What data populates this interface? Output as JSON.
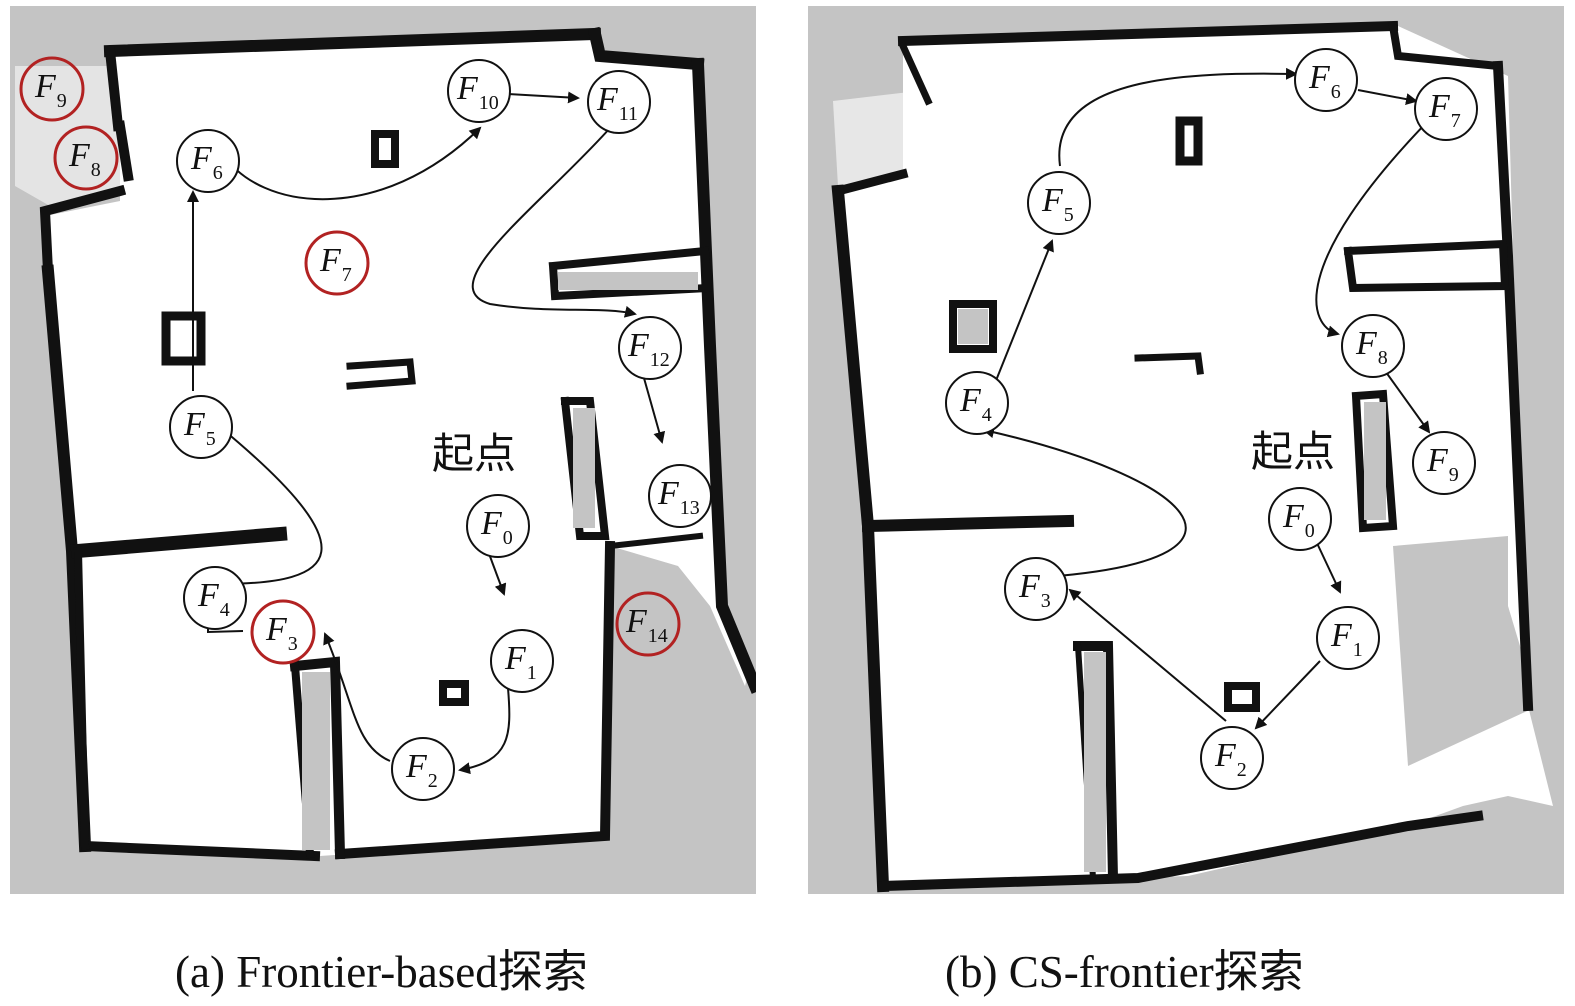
{
  "panels": [
    {
      "id": "a",
      "caption": "(a) Frontier-based探索",
      "start_label": "起点",
      "nodes": [
        {
          "name": "F",
          "sub": "0",
          "highlight": false
        },
        {
          "name": "F",
          "sub": "1",
          "highlight": false
        },
        {
          "name": "F",
          "sub": "2",
          "highlight": false
        },
        {
          "name": "F",
          "sub": "3",
          "highlight": true
        },
        {
          "name": "F",
          "sub": "4",
          "highlight": false
        },
        {
          "name": "F",
          "sub": "5",
          "highlight": false
        },
        {
          "name": "F",
          "sub": "6",
          "highlight": false
        },
        {
          "name": "F",
          "sub": "7",
          "highlight": true
        },
        {
          "name": "F",
          "sub": "8",
          "highlight": true
        },
        {
          "name": "F",
          "sub": "9",
          "highlight": true
        },
        {
          "name": "F",
          "sub": "10",
          "highlight": false
        },
        {
          "name": "F",
          "sub": "11",
          "highlight": false
        },
        {
          "name": "F",
          "sub": "12",
          "highlight": false
        },
        {
          "name": "F",
          "sub": "13",
          "highlight": false
        },
        {
          "name": "F",
          "sub": "14",
          "highlight": true
        }
      ]
    },
    {
      "id": "b",
      "caption": "(b) CS-frontier探索",
      "start_label": "起点",
      "nodes": [
        {
          "name": "F",
          "sub": "0",
          "highlight": false
        },
        {
          "name": "F",
          "sub": "1",
          "highlight": false
        },
        {
          "name": "F",
          "sub": "2",
          "highlight": false
        },
        {
          "name": "F",
          "sub": "3",
          "highlight": false
        },
        {
          "name": "F",
          "sub": "4",
          "highlight": false
        },
        {
          "name": "F",
          "sub": "5",
          "highlight": false
        },
        {
          "name": "F",
          "sub": "6",
          "highlight": false
        },
        {
          "name": "F",
          "sub": "7",
          "highlight": false
        },
        {
          "name": "F",
          "sub": "8",
          "highlight": false
        },
        {
          "name": "F",
          "sub": "9",
          "highlight": false
        }
      ]
    }
  ],
  "colors": {
    "background": "#c4c4c4",
    "free_space": "#ffffff",
    "wall": "#111111",
    "highlight_ring": "#b22222",
    "node_ring": "#111111"
  }
}
